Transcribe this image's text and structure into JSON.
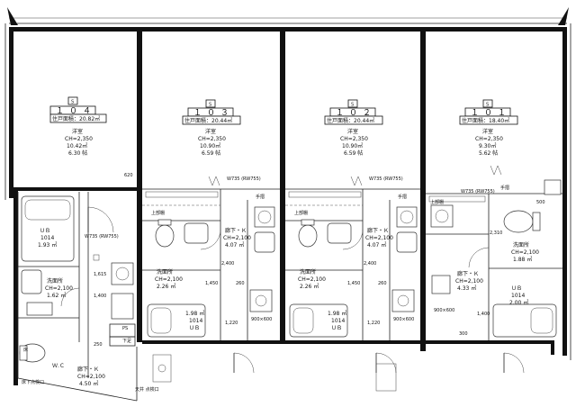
{
  "units": [
    {
      "id": "104",
      "tag": "S",
      "number": "１０４",
      "floor_area": "住戸面積：20.82㎡",
      "western_room": {
        "name": "洋室",
        "ch": "CH=2,350",
        "area_m2": "10.42㎡",
        "area_jo": "6.30 帖"
      },
      "ub": {
        "name": "ＵＢ",
        "model": "1014",
        "area": "1.93 ㎡"
      },
      "washroom": {
        "name": "洗面所",
        "ch": "CH=2,100",
        "area": "1.62 ㎡"
      },
      "corridor": {
        "name": "廊下・Ｋ",
        "ch": "CH=2,100",
        "area": "4.50 ㎡"
      },
      "wc": "Ｗ.Ｃ",
      "extra_labels": [
        "620",
        "W735 (RW755)",
        "PS",
        "下足",
        "床",
        "床下点検口",
        "1,615",
        "1,400",
        "250",
        "天井 点検口"
      ]
    },
    {
      "id": "103",
      "tag": "S",
      "number": "１０３",
      "floor_area": "住戸面積：20.44㎡",
      "western_room": {
        "name": "洋室",
        "ch": "CH=2,350",
        "area_m2": "10.90㎡",
        "area_jo": "6.59 帖"
      },
      "corridor": {
        "name": "廊下・Ｋ",
        "ch": "CH=2,100",
        "area": "4.07 ㎡"
      },
      "washroom": {
        "name": "洗面所",
        "ch": "CH=2,100",
        "area": "2.26 ㎡"
      },
      "ub": {
        "name": "ＵＢ",
        "model": "1014",
        "area": "1.98 ㎡"
      },
      "extra_labels": [
        "W735 (RW755)",
        "手摺",
        "上部棚",
        "2,400",
        "1,450",
        "260",
        "900×600",
        "1,220"
      ]
    },
    {
      "id": "102",
      "tag": "S",
      "number": "１０２",
      "floor_area": "住戸面積：20.44㎡",
      "western_room": {
        "name": "洋室",
        "ch": "CH=2,350",
        "area_m2": "10.90㎡",
        "area_jo": "6.59 帖"
      },
      "corridor": {
        "name": "廊下・Ｋ",
        "ch": "CH=2,100",
        "area": "4.07 ㎡"
      },
      "washroom": {
        "name": "洗面所",
        "ch": "CH=2,100",
        "area": "2.26 ㎡"
      },
      "ub": {
        "name": "ＵＢ",
        "model": "1014",
        "area": "1.98 ㎡"
      },
      "extra_labels": [
        "W735 (RW755)",
        "手摺",
        "上部棚",
        "2,400",
        "1,450",
        "260",
        "900×600",
        "1,220"
      ]
    },
    {
      "id": "101",
      "tag": "S",
      "number": "１０１",
      "floor_area": "住戸面積：18.40㎡",
      "western_room": {
        "name": "洋室",
        "ch": "CH=2,350",
        "area_m2": "9.30㎡",
        "area_jo": "5.62 帖"
      },
      "washroom": {
        "name": "洗面所",
        "ch": "CH=2,100",
        "area": "1.88 ㎡"
      },
      "corridor": {
        "name": "廊下・Ｋ",
        "ch": "CH=2,100",
        "area": "4.33 ㎡"
      },
      "ub": {
        "name": "ＵＢ",
        "model": "1014",
        "area": "2.00 ㎡"
      },
      "extra_labels": [
        "W735 (RW755)",
        "手摺",
        "上部棚",
        "2,310",
        "1,400",
        "300",
        "900×600",
        "500"
      ]
    }
  ]
}
